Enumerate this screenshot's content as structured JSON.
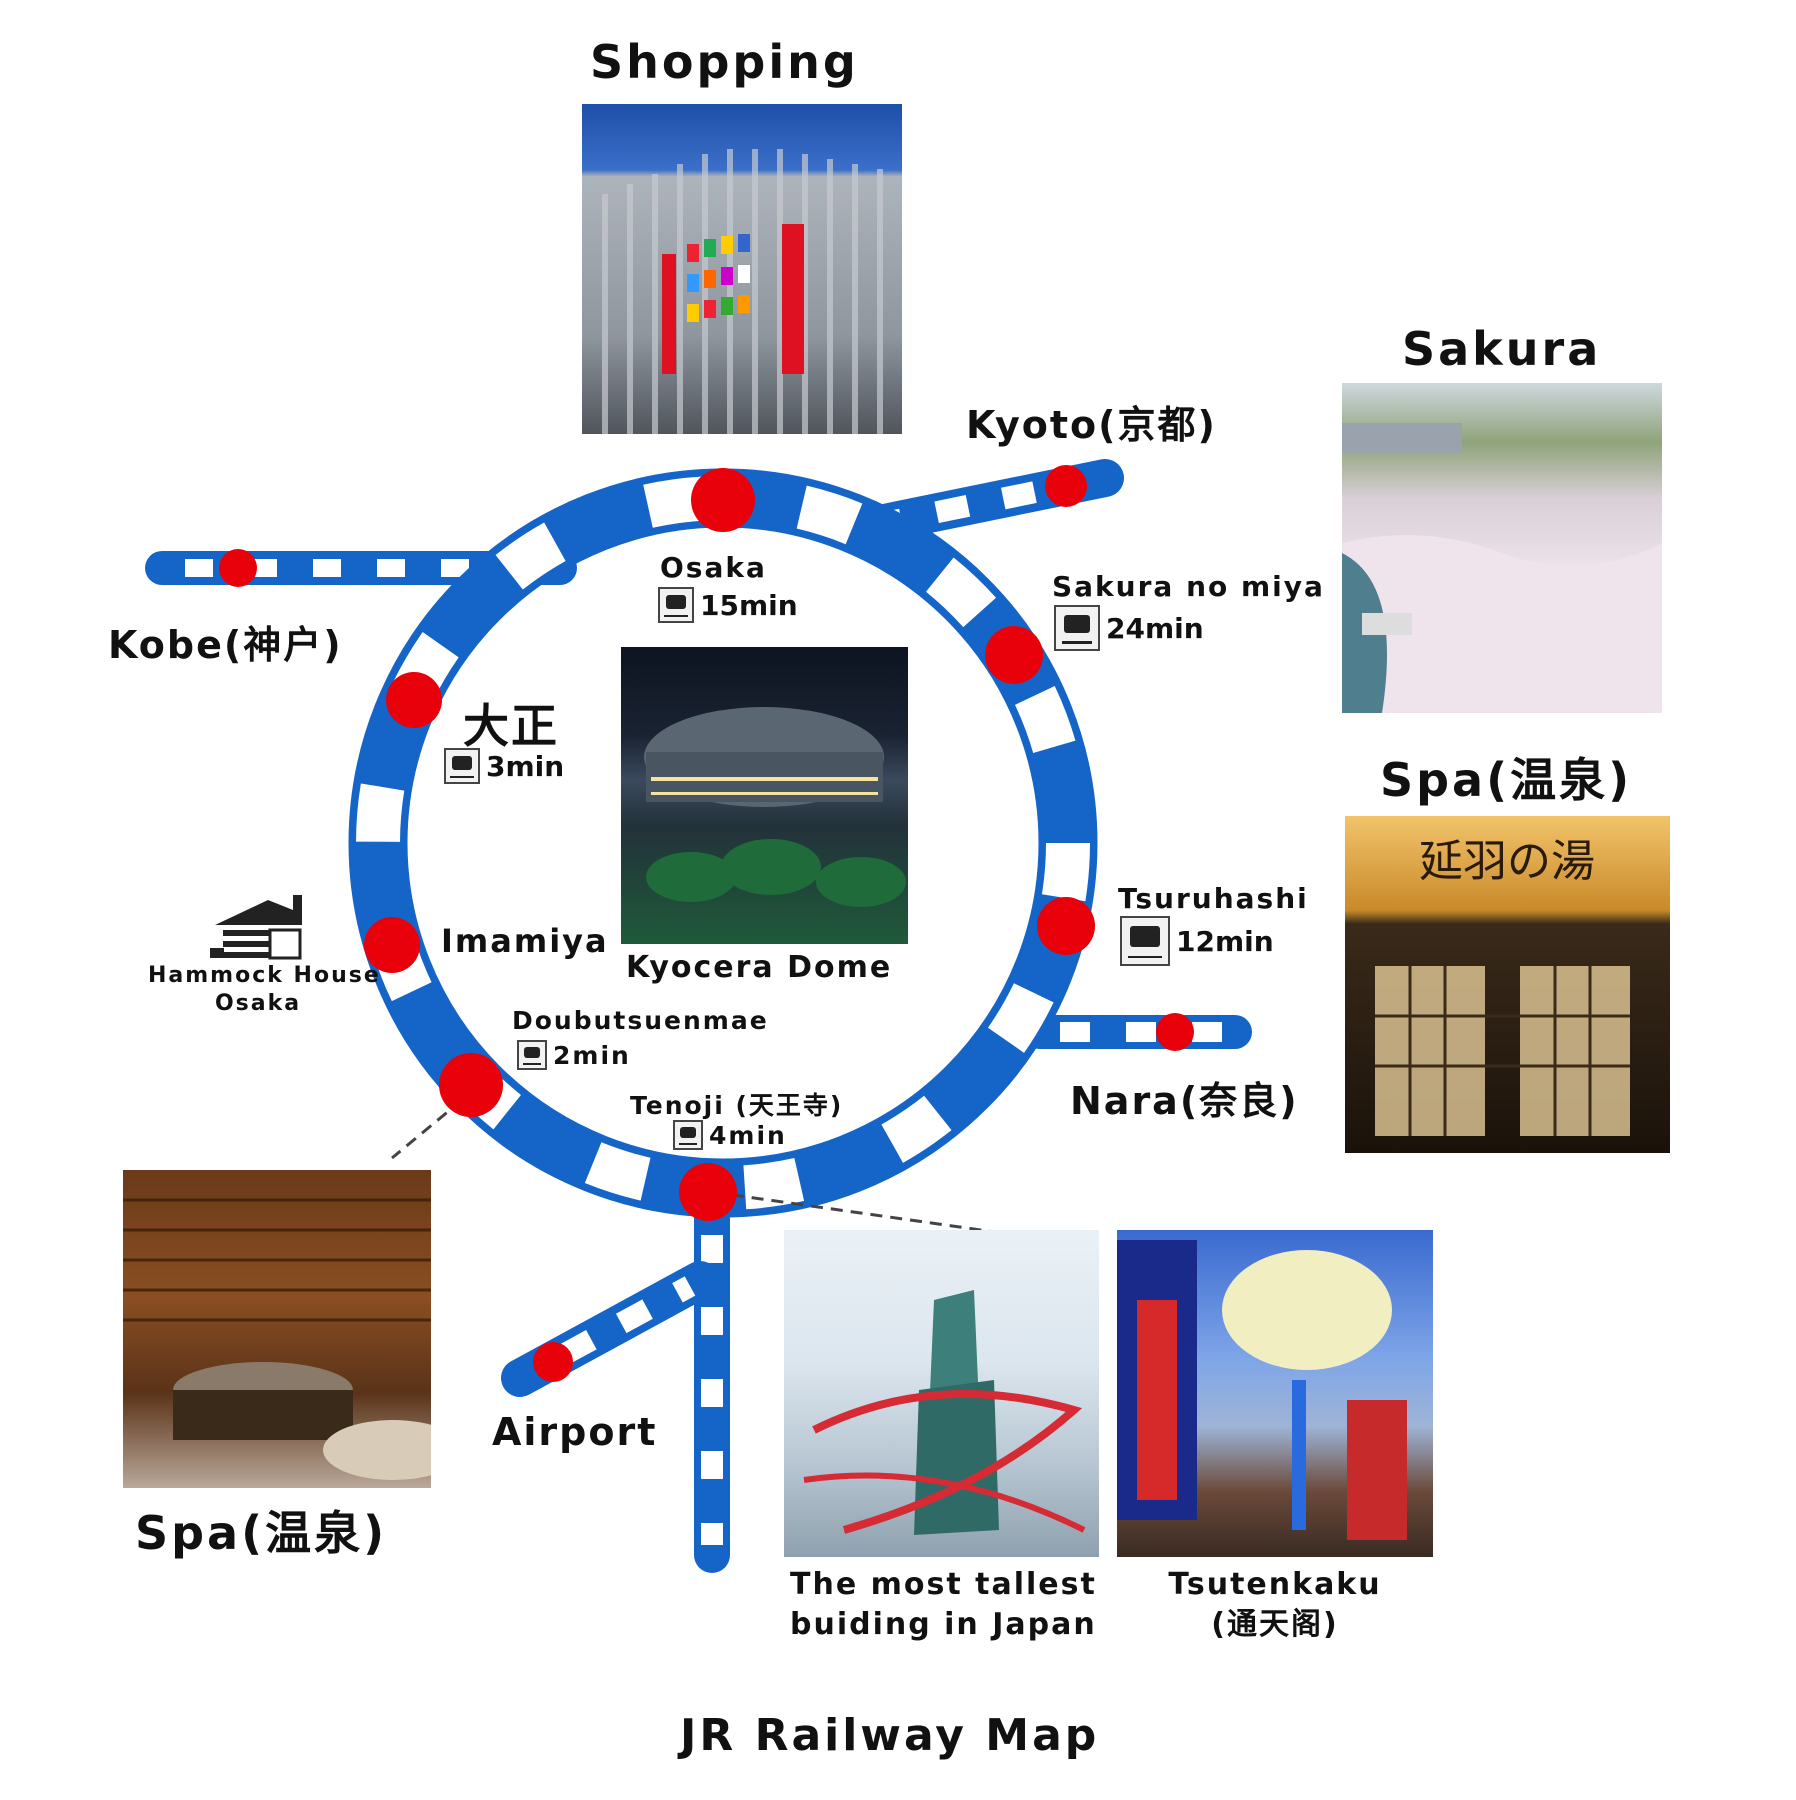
{
  "title": "JR Railway Map",
  "stations": {
    "osaka": {
      "name": "Osaka",
      "time": "15min"
    },
    "sakura": {
      "name": "Sakura no miya",
      "time": "24min"
    },
    "taisho": {
      "name": "大正",
      "time": "3min"
    },
    "imamiya": {
      "name": "Imamiya"
    },
    "tsuruhashi": {
      "name": "Tsuruhashi",
      "time": "12min"
    },
    "doubutsuenmae": {
      "name": "Doubutsuenmae",
      "time": "2min"
    },
    "tenoji": {
      "name": "Tenoji (天王寺)",
      "time": "4min"
    }
  },
  "destinations": {
    "kyoto": "Kyoto(京都)",
    "kobe": "Kobe(神户)",
    "nara": "Nara(奈良)",
    "airport": "Airport"
  },
  "hostel": {
    "line1": "Hammock House",
    "line2": "Osaka"
  },
  "attractions": {
    "shopping": "Shopping",
    "sakura": "Sakura",
    "spa_right": "Spa(温泉)",
    "spa_left": "Spa(温泉)",
    "dome": "Kyocera Dome",
    "tallest_line1": "The most tallest",
    "tallest_line2": "buiding in Japan",
    "tsutenkaku_line1": "Tsutenkaku",
    "tsutenkaku_line2": "(通天阁)"
  },
  "colors": {
    "line": "#1565c8",
    "station": "#e8000a",
    "background": "#ffffff"
  }
}
